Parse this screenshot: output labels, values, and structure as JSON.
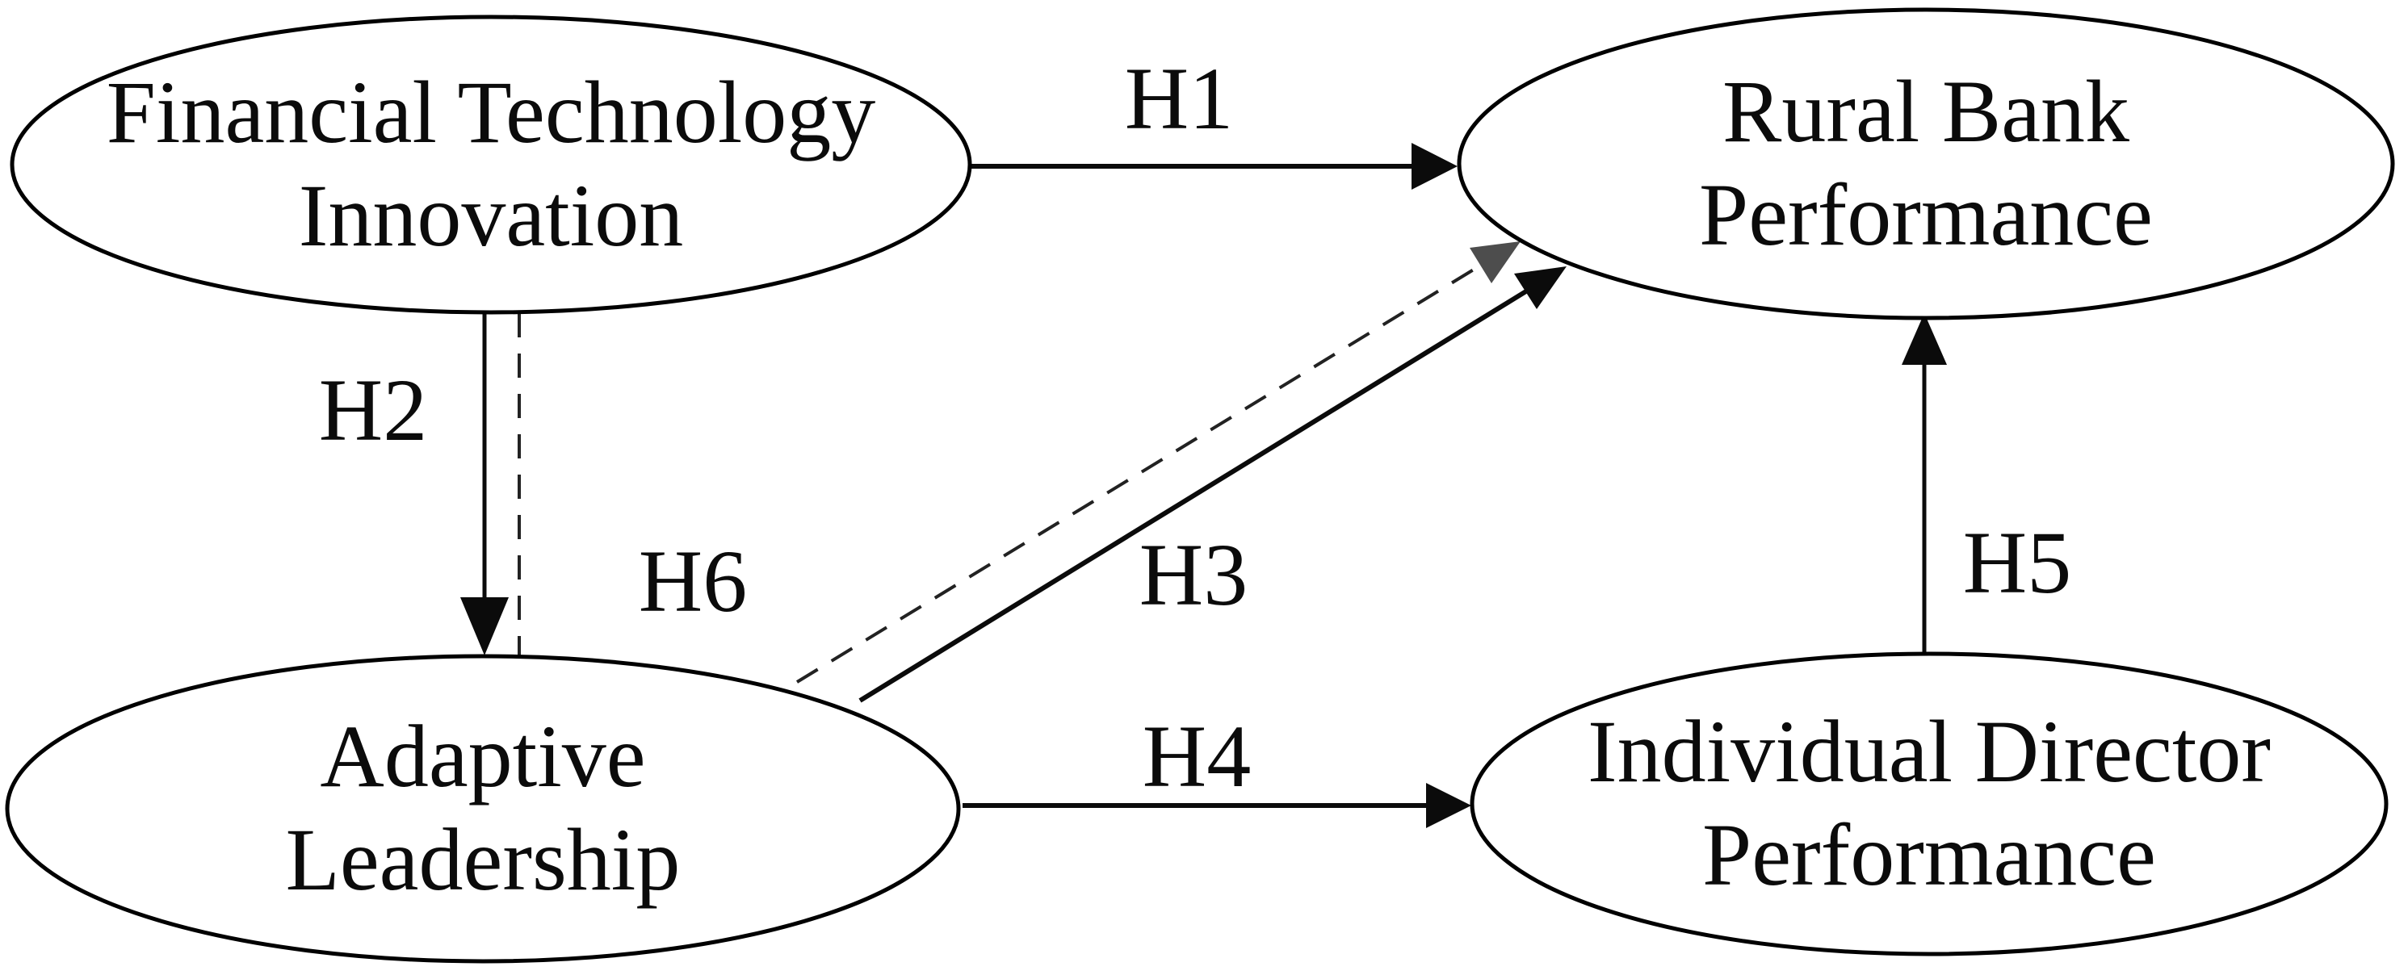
{
  "diagram_type": "conceptual-research-model",
  "nodes": [
    {
      "id": "financial-technology-innovation",
      "lines": [
        "Financial Technology",
        "Innovation"
      ]
    },
    {
      "id": "rural-bank-performance",
      "lines": [
        "Rural Bank",
        "Performance"
      ]
    },
    {
      "id": "adaptive-leadership",
      "lines": [
        "Adaptive",
        "Leadership"
      ]
    },
    {
      "id": "individual-director-performance",
      "lines": [
        "Individual Director",
        "Performance"
      ]
    }
  ],
  "edges": [
    {
      "label": "H1",
      "from": "Financial Technology Innovation",
      "to": "Rural Bank Performance",
      "style": "solid"
    },
    {
      "label": "H2",
      "from": "Financial Technology Innovation",
      "to": "Adaptive Leadership",
      "style": "solid"
    },
    {
      "label": "H3",
      "from": "Adaptive Leadership",
      "to": "Rural Bank Performance",
      "style": "solid"
    },
    {
      "label": "H4",
      "from": "Adaptive Leadership",
      "to": "Individual Director Performance",
      "style": "solid"
    },
    {
      "label": "H5",
      "from": "Individual Director Performance",
      "to": "Rural Bank Performance",
      "style": "solid"
    },
    {
      "label": "H6",
      "from": "Financial Technology Innovation",
      "to": "Rural Bank Performance",
      "via": "Adaptive Leadership",
      "style": "dashed"
    }
  ],
  "colors": {
    "stroke": "#000000",
    "background": "#ffffff",
    "h6_label": "#76767c",
    "h6_arrowhead": "#4d4d4d",
    "dashed_line": "#222222"
  }
}
